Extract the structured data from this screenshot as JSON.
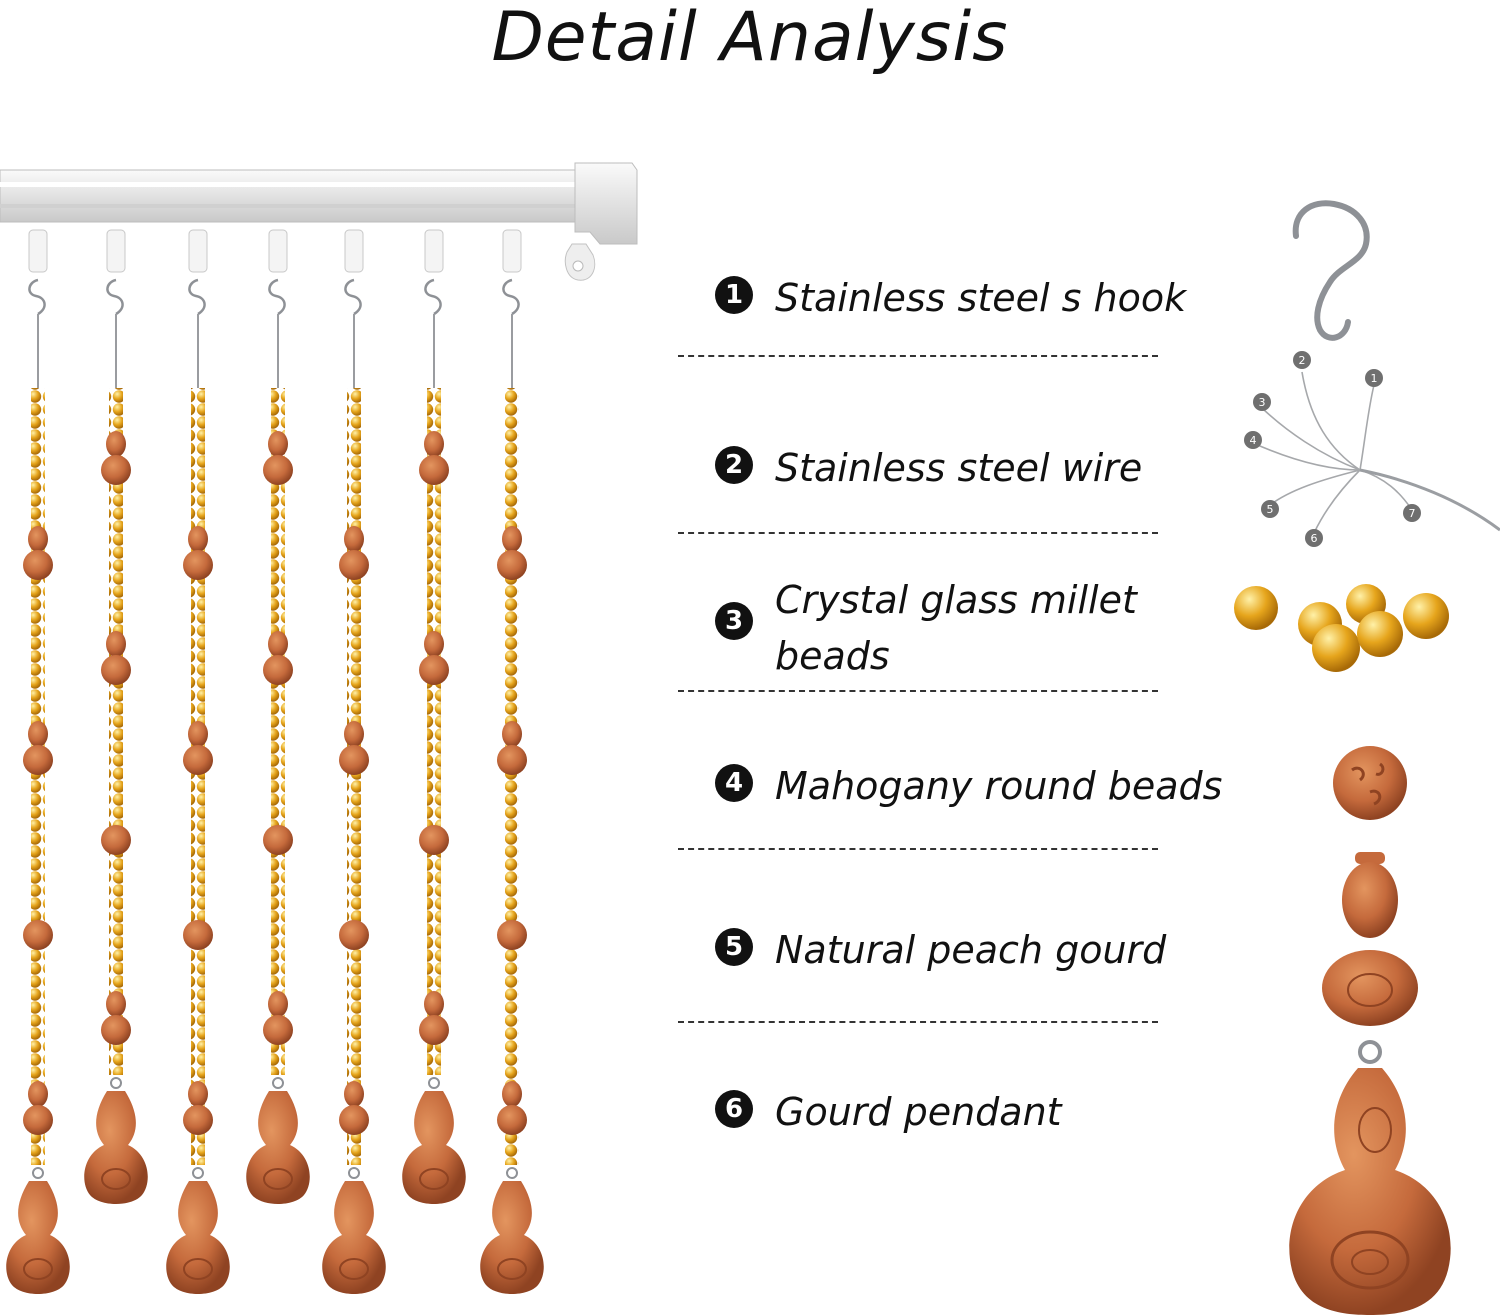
{
  "title": "Detail Analysis",
  "items": [
    {
      "num": "1",
      "label": "Stainless steel s hook",
      "icon": "s-hook-icon"
    },
    {
      "num": "2",
      "label": "Stainless steel wire",
      "icon": "wire-icon"
    },
    {
      "num": "3",
      "label": "Crystal glass millet beads",
      "icon": "glass-beads-icon"
    },
    {
      "num": "4",
      "label": "Mahogany round beads",
      "icon": "round-bead-icon"
    },
    {
      "num": "5",
      "label": "Natural peach gourd",
      "icon": "gourd-icon"
    },
    {
      "num": "6",
      "label": "Gourd pendant",
      "icon": "gourd-pendant-icon"
    }
  ],
  "wire_strands": [
    "1",
    "2",
    "3",
    "4",
    "5",
    "6",
    "7"
  ],
  "colors": {
    "wood": "#c56a3c",
    "wood_dark": "#8f4322",
    "amber": "#e2a21c",
    "rail": "#e9e9e9",
    "steel": "#9a9ca0"
  }
}
